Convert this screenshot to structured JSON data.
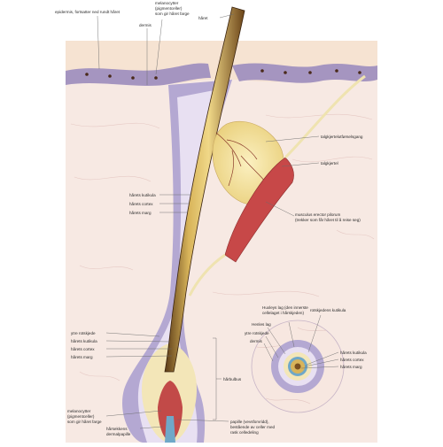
{
  "labels": {
    "epidermis": "epidermis, fortsatter ned rundt håret",
    "melanocytter_top_1": "melanocytter",
    "melanocytter_top_2": "(pigmentceller)",
    "melanocytter_top_3": "som gir håret farge",
    "haaret": "håret",
    "dermis_top": "dermis",
    "talgkjertel_utfoering": "talgkjertelutførselsgang",
    "talgkjertel": "talgkjertel",
    "kutikula": "hårets kutikula",
    "cortex": "hårets cortex",
    "marg": "hårets marg",
    "musculus_1": "musculus erector pilorum",
    "musculus_2": "(trekker som får håret til å reise seg)",
    "ytre_rotskjede": "ytre rotskjede",
    "kutikula_lower": "hårets kutikula",
    "cortex_lower": "hårets cortex",
    "marg_lower": "hårets marg",
    "haarbulbus": "hårbulbus",
    "melanocytter_bottom_1": "melanocytter",
    "melanocytter_bottom_2": "(pigmentceller)",
    "melanocytter_bottom_3": "som gir håret farge",
    "papille_1": "hårsekkens",
    "papille_2": "dermalpapille",
    "papill_1": "papille (vevsforvridd),",
    "papill_2": "bestående av celler med",
    "papill_3": "rask celledeling",
    "xs_huxley_1": "Huxleys lag (den innerste",
    "xs_huxley_2": "cellelaget i hårskjeden)",
    "xs_rotskjede_kutikula": "rotskjedens kutikula",
    "xs_henle": "Henles lag",
    "xs_ytre": "ytre rotskjede",
    "xs_dermis": "dermis",
    "xs_kutikula": "hårets kutikula",
    "xs_cortex": "hårets cortex",
    "xs_marg": "hårets marg"
  },
  "colors": {
    "skin_background": "#f7e7e0",
    "skin_top": "#f6e3d2",
    "epidermis_band": "#a595c0",
    "follicle_outer": "#b4a8d2",
    "follicle_inner": "#e8e0f2",
    "hair_shaft": "#c8a24a",
    "hair_core": "#7a5020",
    "sebaceous_gland": "#f5e6a6",
    "muscle": "#c74848",
    "papilla": "#c24a48"
  }
}
